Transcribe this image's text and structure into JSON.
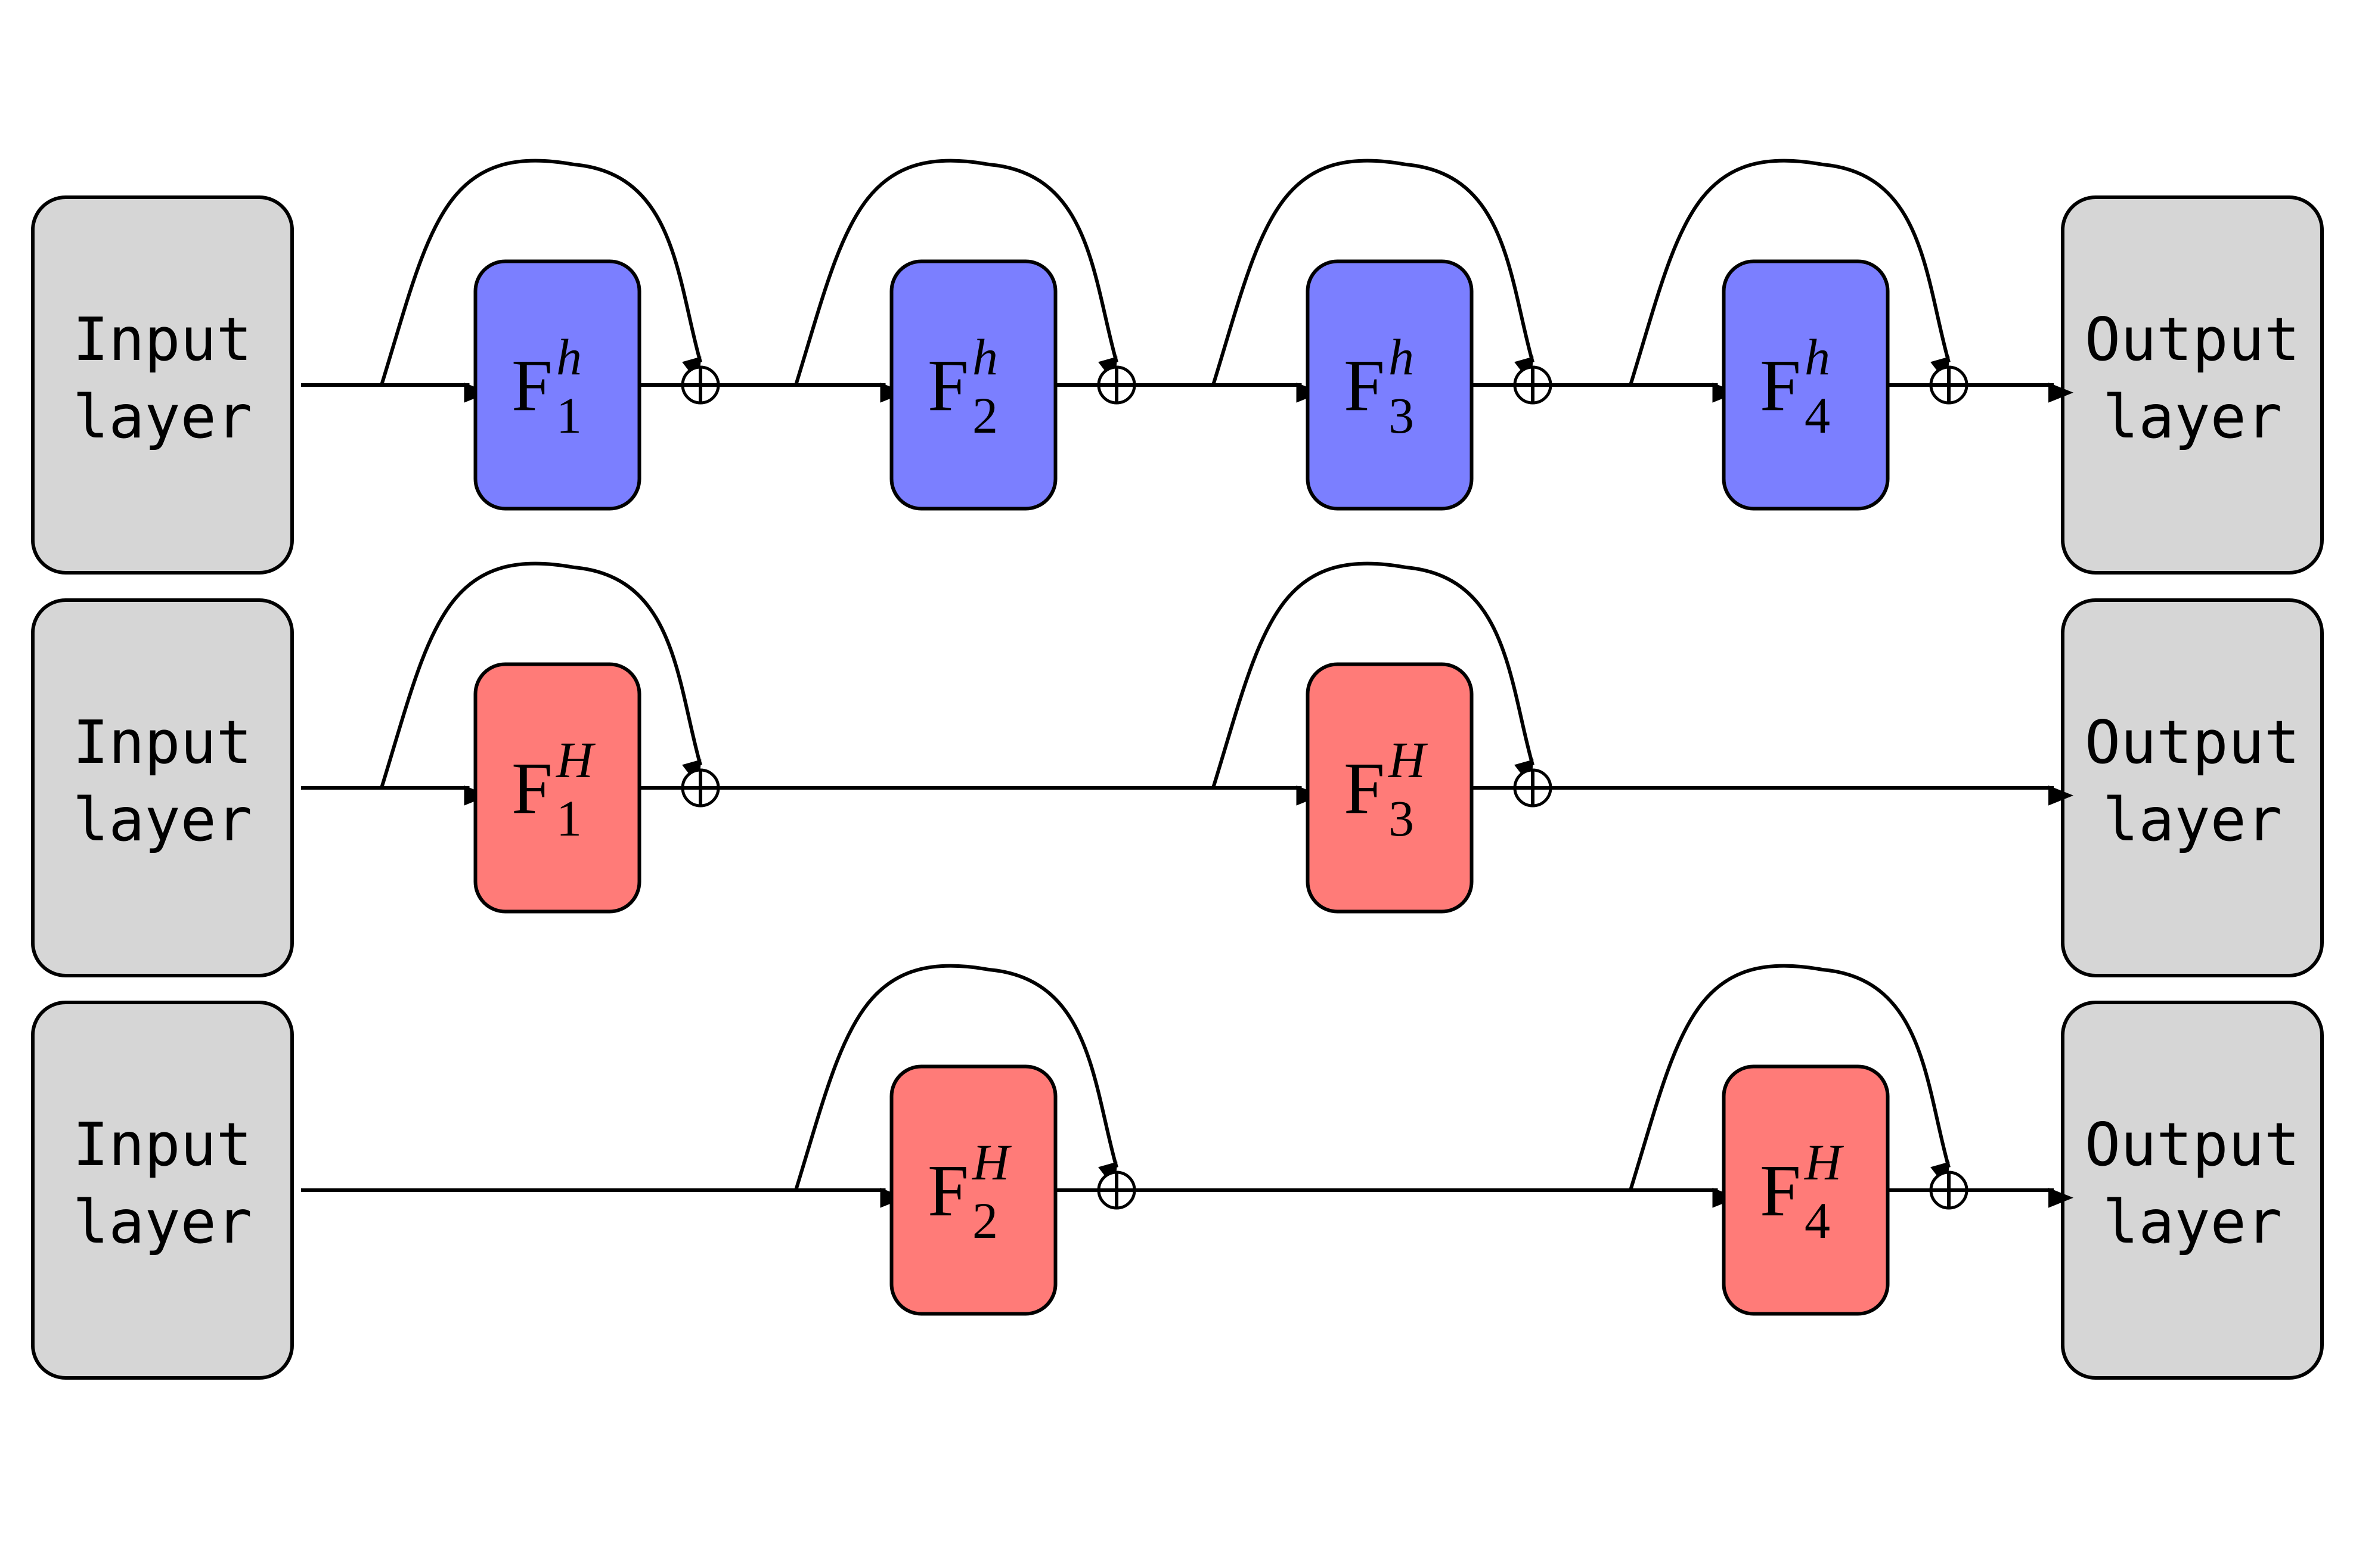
{
  "colors": {
    "residual_block_fine": "#7b7fff",
    "residual_block_coarse": "#ff7b78",
    "io_box": "#d6d6d6",
    "line": "#000000"
  },
  "io": {
    "input_line1": "Input",
    "input_line2": "layer",
    "output_line1": "Output",
    "output_line2": "layer"
  },
  "rows": [
    {
      "name": "fine-network",
      "blocks": [
        {
          "letter": "F",
          "sub": "1",
          "sup": "h",
          "slot": 1
        },
        {
          "letter": "F",
          "sub": "2",
          "sup": "h",
          "slot": 2
        },
        {
          "letter": "F",
          "sub": "3",
          "sup": "h",
          "slot": 3
        },
        {
          "letter": "F",
          "sub": "4",
          "sup": "h",
          "slot": 4
        }
      ]
    },
    {
      "name": "coarse-network-odd",
      "blocks": [
        {
          "letter": "F",
          "sub": "1",
          "sup": "H",
          "slot": 1
        },
        {
          "letter": "F",
          "sub": "3",
          "sup": "H",
          "slot": 3
        }
      ]
    },
    {
      "name": "coarse-network-even",
      "blocks": [
        {
          "letter": "F",
          "sub": "2",
          "sup": "H",
          "slot": 2
        },
        {
          "letter": "F",
          "sub": "4",
          "sup": "H",
          "slot": 4
        }
      ]
    }
  ]
}
